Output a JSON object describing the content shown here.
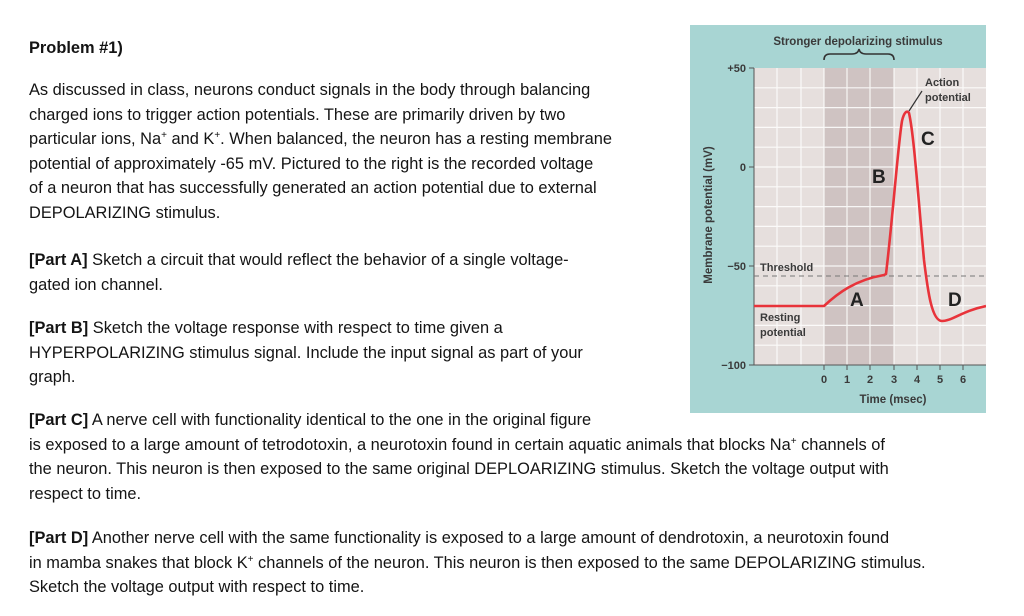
{
  "document": {
    "title": "Problem #1)",
    "intro": {
      "lines": [
        "As discussed in class, neurons conduct signals in the body through balancing",
        "charged ions to trigger action potentials. These are primarily driven by two"
      ],
      "line3_pre": "particular ions, Na",
      "line3_sup1": "+",
      "line3_mid": " and K",
      "line3_sup2": "+",
      "line3_post": ". When balanced, the neuron has a resting membrane",
      "line4": "potential of approximately -65 mV. Pictured to the right is the recorded voltage",
      "line5": "of a neuron that has successfully generated an action potential due to external",
      "line6": "DEPOLARIZING stimulus."
    },
    "partA": {
      "label": "[Part A]",
      "line1": " Sketch a circuit that would reflect the behavior of a single voltage-",
      "line2": "gated ion channel."
    },
    "partB": {
      "label": "[Part B]",
      "line1": " Sketch the voltage response with respect to time given a",
      "line2": "HYPERPOLARIZING stimulus signal. Include the input signal as part of your",
      "line3": "graph."
    },
    "partC": {
      "label": "[Part C]",
      "line1": " A nerve cell with functionality identical to the one in the original figure",
      "line2_pre": "is exposed to a large amount of tetrodotoxin, a neurotoxin found in certain aquatic animals that blocks Na",
      "line2_sup": "+",
      "line2_post": " channels of",
      "line3": "the neuron. This neuron is then exposed to the same original DEPLOARIZING stimulus. Sketch the voltage output with",
      "line4": "respect to time."
    },
    "partD": {
      "label": "[Part D]",
      "line1": " Another nerve cell with the same functionality is exposed to a large amount of dendrotoxin, a neurotoxin found",
      "line2_pre": "in mamba snakes that block K",
      "line2_sup": "+",
      "line2_post": " channels of the neuron. This neuron is then exposed to the same DEPOLARIZING stimulus.",
      "line3": "Sketch the voltage output with respect to time."
    }
  },
  "figure": {
    "stimulus_label": "Stronger depolarizing stimulus",
    "ytick_labels": [
      "+50",
      "0",
      "−50",
      "−100"
    ],
    "xtick_labels": [
      "0",
      "1",
      "2",
      "3",
      "4",
      "5",
      "6"
    ],
    "ylabel": "Membrane potential (mV)",
    "xlabel": "Time (msec)",
    "threshold_label": "Threshold",
    "resting_label_1": "Resting",
    "resting_label_2": "potential",
    "ap_label_1": "Action",
    "ap_label_2": "potential",
    "phase_A": "A",
    "phase_B": "B",
    "phase_C": "C",
    "phase_D": "D",
    "colors": {
      "panel_bg": "#a8d5d3",
      "plot_bg": "#e6dfdd",
      "stimulus_band": "#cfc3c2",
      "trace": "#e8333a",
      "text": "#333333"
    }
  },
  "chart_data": {
    "type": "line",
    "title": "Stronger depolarizing stimulus",
    "xlabel": "Time (msec)",
    "ylabel": "Membrane potential (mV)",
    "xlim": [
      -3,
      7
    ],
    "ylim": [
      -100,
      50
    ],
    "yticks": [
      50,
      0,
      -50,
      -100
    ],
    "xticks": [
      0,
      1,
      2,
      3,
      4,
      5,
      6
    ],
    "grid": true,
    "stimulus_window_msec": [
      0,
      3
    ],
    "threshold_mV": -55,
    "resting_potential_mV": -70,
    "series": [
      {
        "name": "Membrane potential",
        "x": [
          -3,
          0,
          0.5,
          1,
          1.5,
          2,
          2.5,
          2.7,
          3.0,
          3.3,
          3.5,
          3.7,
          4.0,
          4.3,
          4.5,
          4.7,
          5.0,
          5.5,
          6.0,
          6.5,
          7.0
        ],
        "y": [
          -70,
          -70,
          -65,
          -62,
          -59,
          -57,
          -56,
          -55,
          -30,
          10,
          30,
          35,
          20,
          -20,
          -55,
          -75,
          -80,
          -79,
          -76,
          -72,
          -70
        ]
      }
    ],
    "annotations": [
      {
        "text": "Action potential",
        "x": 3.7,
        "y": 35
      },
      {
        "text": "Threshold",
        "y": -55
      },
      {
        "text": "Resting potential",
        "y": -70
      },
      {
        "text": "A",
        "phase": "depolarization toward threshold"
      },
      {
        "text": "B",
        "phase": "rising phase"
      },
      {
        "text": "C",
        "phase": "falling phase"
      },
      {
        "text": "D",
        "phase": "undershoot / hyperpolarization"
      }
    ]
  }
}
